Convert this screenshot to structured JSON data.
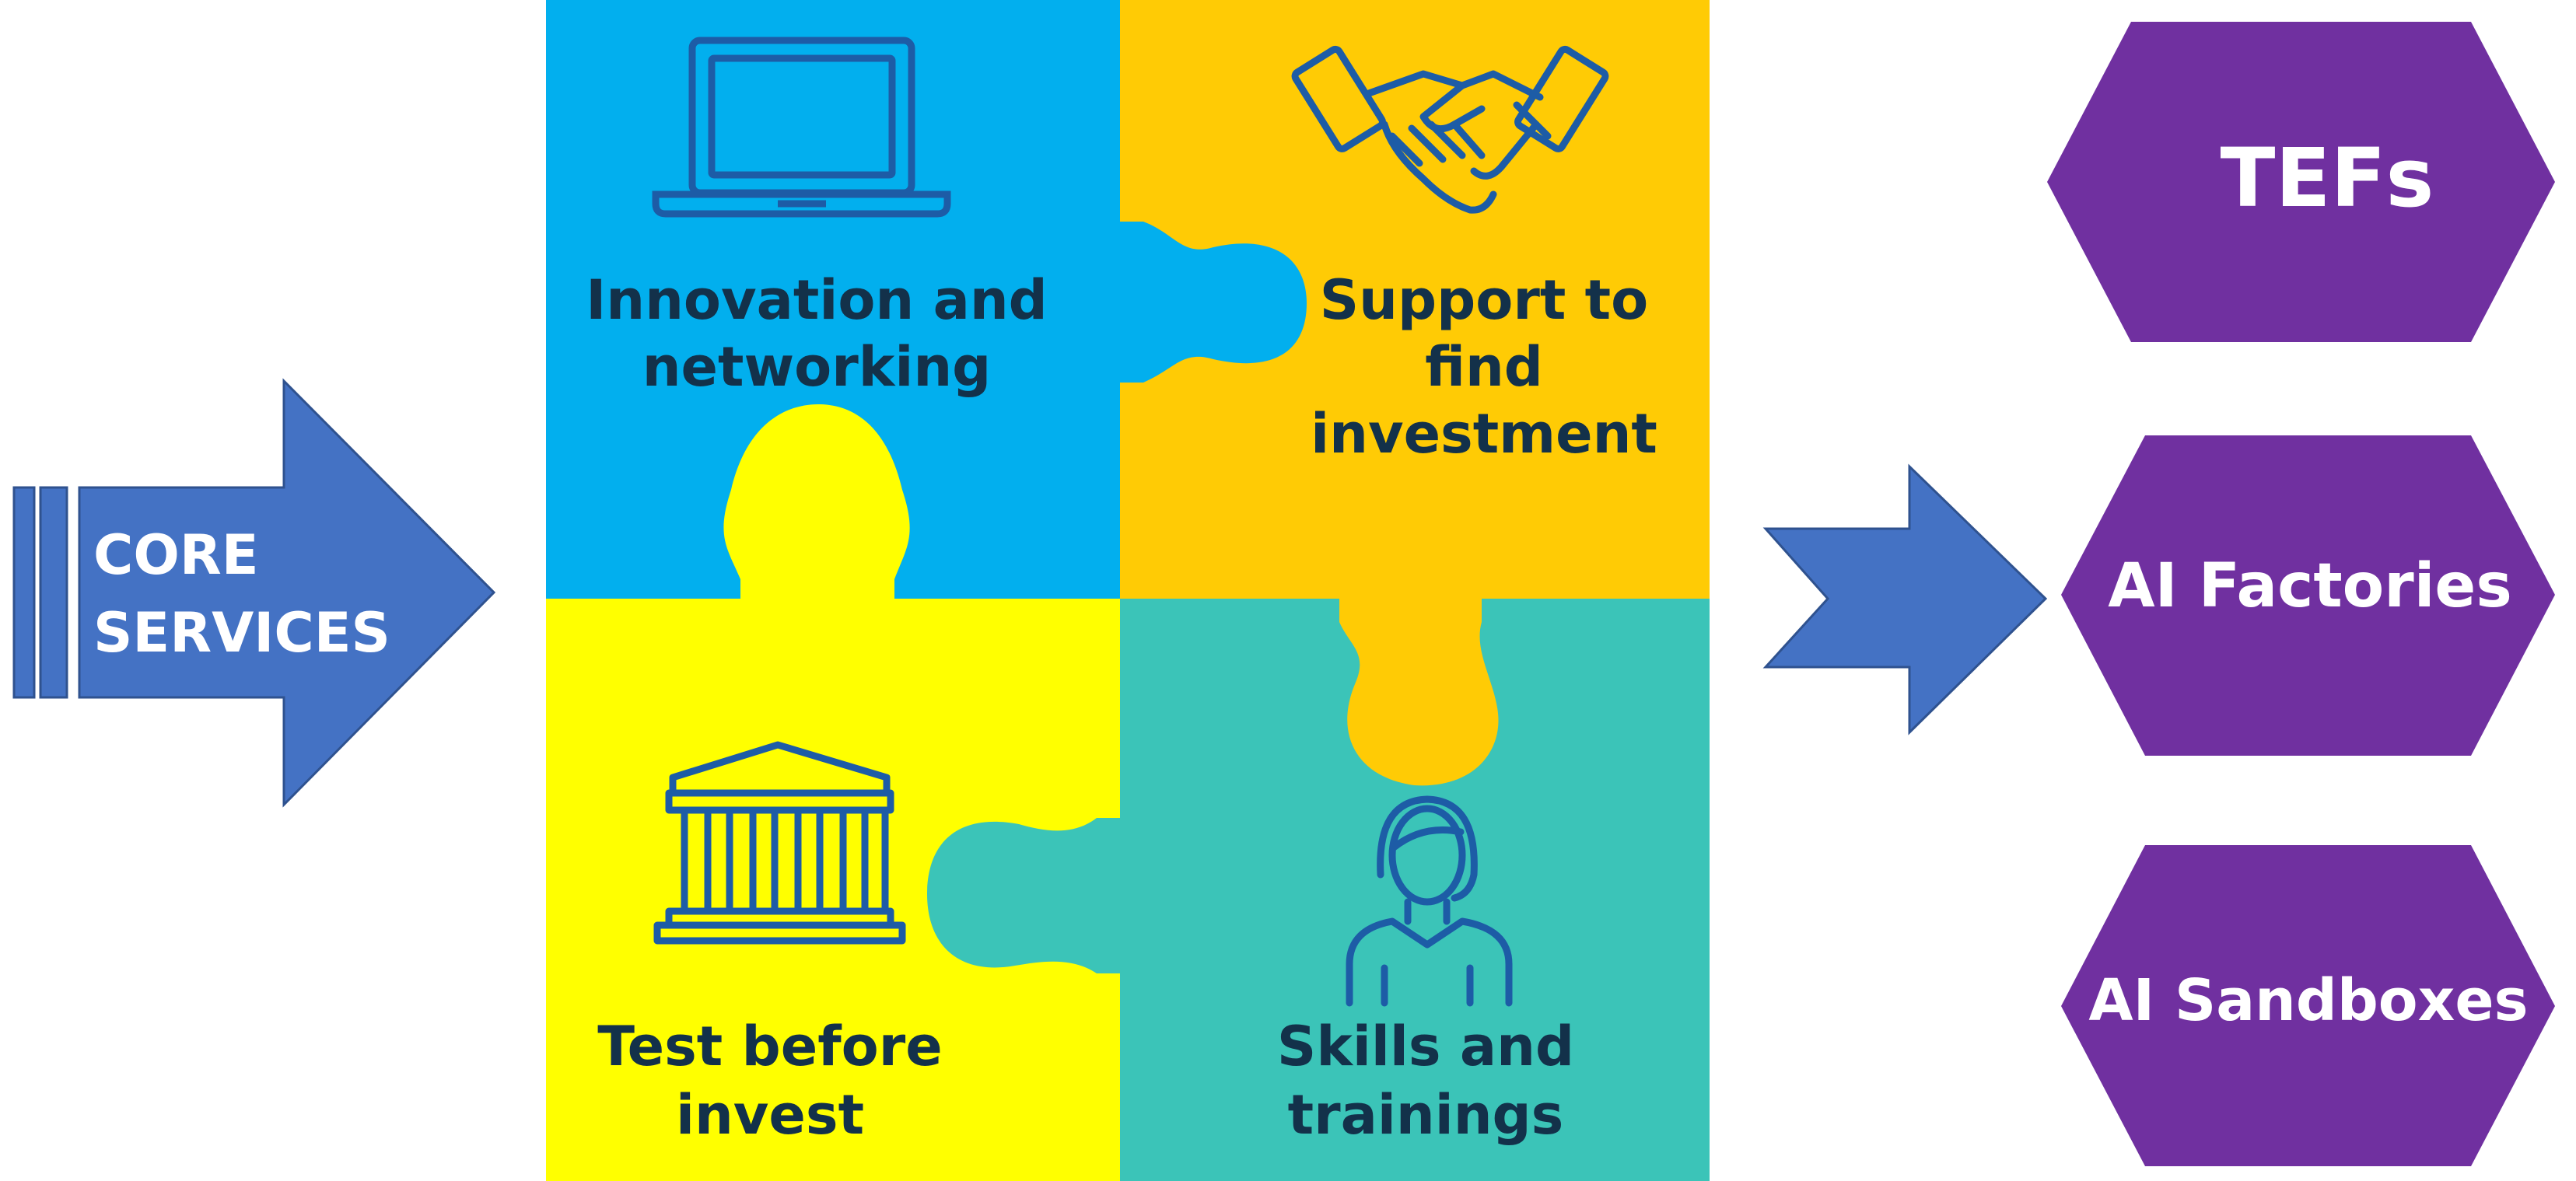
{
  "colors": {
    "arrow_fill": "#4472C4",
    "arrow_stroke": "#2F528F",
    "piece_blue": "#02AFEE",
    "piece_orange": "#FFCB05",
    "piece_yellow": "#FFFF00",
    "piece_teal": "#3BC4B8",
    "puzzle_text": "#13314A",
    "icon_stroke": "#1D5CA6",
    "hexagon_fill": "#7030A0",
    "hex_text": "#FFFFFF",
    "arrow_text": "#FFFFFF"
  },
  "core_arrow": {
    "line1": "CORE",
    "line2": "SERVICES"
  },
  "puzzle": {
    "innovation": {
      "line1": "Innovation and",
      "line2": "networking",
      "icon": "laptop-icon"
    },
    "investment": {
      "line1": "Support to",
      "line2": "find",
      "line3": "investment",
      "icon": "handshake-icon"
    },
    "test": {
      "line1": "Test before",
      "line2": "invest",
      "icon": "bank-building-icon"
    },
    "skills": {
      "line1": "Skills and",
      "line2": "trainings",
      "icon": "person-icon"
    }
  },
  "hexagons": [
    {
      "label": "TEFs"
    },
    {
      "label": "AI Factories"
    },
    {
      "label": "AI Sandboxes"
    }
  ]
}
